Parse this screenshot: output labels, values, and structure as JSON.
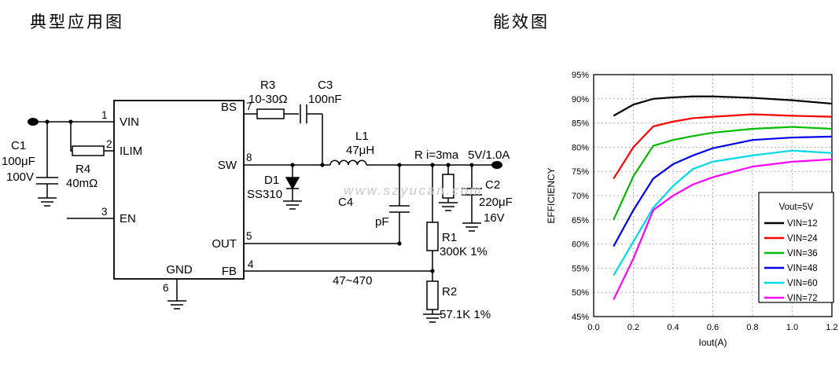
{
  "page": {
    "left_title": "典型应用图",
    "right_title": "能效图",
    "watermark": "www.szyucan.com"
  },
  "schematic": {
    "pins": {
      "p1": "1",
      "p2": "2",
      "p3": "3",
      "p4": "4",
      "p5": "5",
      "p6": "6",
      "p7": "7",
      "p8": "8",
      "vin": "VIN",
      "ilim": "ILIM",
      "en": "EN",
      "bs": "BS",
      "sw": "SW",
      "out": "OUT",
      "fb": "FB",
      "gnd": "GND"
    },
    "parts": {
      "c1_ref": "C1",
      "c1_value": "100μF",
      "c1_voltage": "100V",
      "r4_ref": "R4",
      "r4_value": "40mΩ",
      "r3_ref": "R3",
      "r3_value": "10-30Ω",
      "c3_ref": "C3",
      "c3_value": "100nF",
      "l1_ref": "L1",
      "l1_value": "47μH",
      "d1_ref": "D1",
      "d1_value": "SS310",
      "c4_ref": "C4",
      "c4_unit": "pF",
      "c4_range": "47~470",
      "rload_ref": "R",
      "rload_current": "i=3ma",
      "output_rating": "5V/1.0A",
      "c2_ref": "C2",
      "c2_value": "220μF",
      "c2_voltage": "16V",
      "r1_ref": "R1",
      "r1_value": "300K 1%",
      "r2_ref": "R2",
      "r2_value": "57.1K 1%"
    }
  },
  "chart_data": {
    "type": "line",
    "title": "能效图",
    "xlabel": "Iout(A)",
    "ylabel": "EFFICIENCY",
    "xlim": [
      0,
      1.2
    ],
    "ylim": [
      45,
      95
    ],
    "grid": true,
    "x_ticks": [
      {
        "v": 0,
        "label": "0.0"
      },
      {
        "v": 0.2,
        "label": "0.2"
      },
      {
        "v": 0.4,
        "label": "0.4"
      },
      {
        "v": 0.6,
        "label": "0.6"
      },
      {
        "v": 0.8,
        "label": "0.8"
      },
      {
        "v": 1.0,
        "label": "1.0"
      },
      {
        "v": 1.2,
        "label": "1.2"
      }
    ],
    "y_ticks": [
      {
        "v": 45,
        "label": "45%"
      },
      {
        "v": 50,
        "label": "50%"
      },
      {
        "v": 55,
        "label": "55%"
      },
      {
        "v": 60,
        "label": "60%"
      },
      {
        "v": 65,
        "label": "65%"
      },
      {
        "v": 70,
        "label": "70%"
      },
      {
        "v": 75,
        "label": "75%"
      },
      {
        "v": 80,
        "label": "80%"
      },
      {
        "v": 85,
        "label": "85%"
      },
      {
        "v": 90,
        "label": "90%"
      },
      {
        "v": 95,
        "label": "95%"
      }
    ],
    "legend": {
      "title": "Vout=5V",
      "position": "inside-right-bottom"
    },
    "x": [
      0.1,
      0.2,
      0.3,
      0.4,
      0.5,
      0.6,
      0.8,
      1.0,
      1.2
    ],
    "series": [
      {
        "name": "VIN=12",
        "color": "#000000",
        "values": [
          86.5,
          88.8,
          90.0,
          90.3,
          90.5,
          90.5,
          90.2,
          89.7,
          89.0
        ]
      },
      {
        "name": "VIN=24",
        "color": "#ff0000",
        "values": [
          73.5,
          80.0,
          84.3,
          85.3,
          86.0,
          86.3,
          86.8,
          86.5,
          86.3
        ]
      },
      {
        "name": "VIN=36",
        "color": "#00bb00",
        "values": [
          65.0,
          74.0,
          80.3,
          81.5,
          82.3,
          83.0,
          83.8,
          84.2,
          83.8
        ]
      },
      {
        "name": "VIN=48",
        "color": "#0000ee",
        "values": [
          59.5,
          67.0,
          73.5,
          76.5,
          78.3,
          79.8,
          81.5,
          82.0,
          82.2
        ]
      },
      {
        "name": "VIN=60",
        "color": "#00d8e8",
        "values": [
          53.5,
          60.5,
          67.5,
          72.0,
          75.5,
          77.0,
          78.3,
          79.3,
          78.8
        ]
      },
      {
        "name": "VIN=72",
        "color": "#ff00ff",
        "values": [
          48.5,
          57.0,
          67.0,
          70.0,
          72.3,
          73.8,
          76.0,
          77.0,
          77.5
        ]
      }
    ]
  }
}
